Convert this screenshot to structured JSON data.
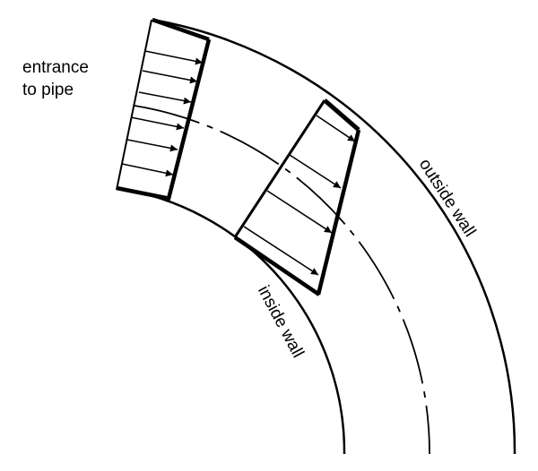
{
  "labels": {
    "entrance_line1": "entrance",
    "entrance_line2": "to pipe",
    "outside_wall": "outside wall",
    "inside_wall": "inside wall"
  },
  "colors": {
    "ink": "#000000",
    "background": "#ffffff"
  }
}
